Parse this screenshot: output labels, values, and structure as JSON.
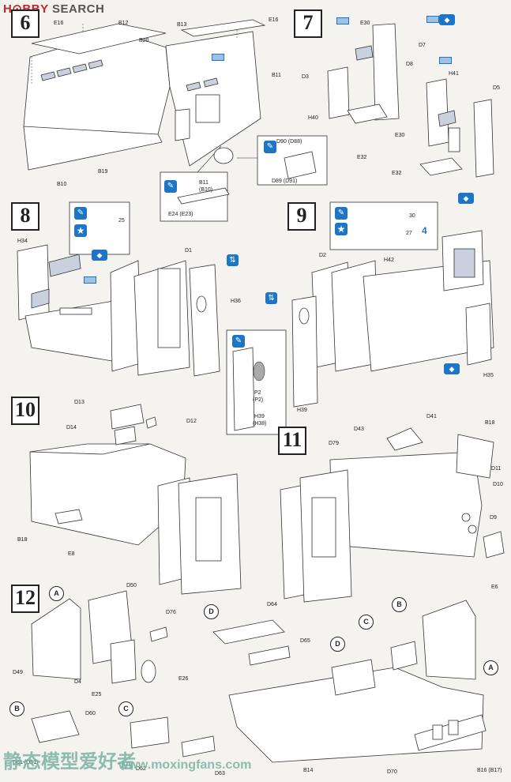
{
  "header": {
    "logo_hobby": "H⊙BBY",
    "logo_search": "SEARCH"
  },
  "steps": [
    "6",
    "7",
    "8",
    "9",
    "10",
    "11",
    "12"
  ],
  "callouts": {
    "a": "A",
    "b": "B",
    "c": "C",
    "d": "D"
  },
  "step6": {
    "e16a": "E16",
    "b12": "B12",
    "b13": "B13",
    "e16b": "E16",
    "b20": "B20",
    "b11": "B11",
    "b10": "B10",
    "b19": "B19",
    "d90": "D90 (D88)",
    "d89": "D89 (D91)",
    "b11b": "B11",
    "b10b": "(B10)",
    "e24": "E24 (E23)"
  },
  "step7": {
    "e30a": "E30",
    "d7": "D7",
    "d3": "D3",
    "h40": "H40",
    "e32a": "E32",
    "d8": "D8",
    "h41": "H41",
    "d5": "D5",
    "e30b": "E30",
    "e32b": "E32"
  },
  "step8": {
    "h34": "H34",
    "d1": "D1",
    "h36": "H36",
    "n25": "25"
  },
  "step9": {
    "d2": "D2",
    "h42": "H42",
    "h35": "H35",
    "h39": "H39",
    "p2": "P2",
    "p2b": "(P2)",
    "h39b": "H39",
    "h38": "(H38)",
    "n30": "30",
    "n27": "27",
    "n4": "4"
  },
  "step10": {
    "d13": "D13",
    "d12": "D12",
    "d14": "D14",
    "b18": "B18",
    "e8": "E8"
  },
  "step11": {
    "d41": "D41",
    "d43": "D43",
    "d79": "D79",
    "b18": "B18",
    "d11": "D11",
    "d10": "D10",
    "d9": "D9",
    "e6": "E6"
  },
  "step12": {
    "d50": "D50",
    "d76": "D76",
    "d49": "D49",
    "d4": "D4",
    "e25": "E25",
    "e26": "E26",
    "d64": "D64",
    "d65": "D65",
    "d60": "D60",
    "d61": "D61 (D51)",
    "d62": "D62",
    "d63": "D63",
    "b14": "B14",
    "d70": "D70",
    "b16": "B16 (B17)"
  },
  "watermark": {
    "cn": "静态模型爱好者",
    "url": "www.moxingfans.com"
  },
  "colors": {
    "accent": "#1d75c4",
    "logo_red": "#c0282d",
    "decal": "#c9d1de"
  }
}
